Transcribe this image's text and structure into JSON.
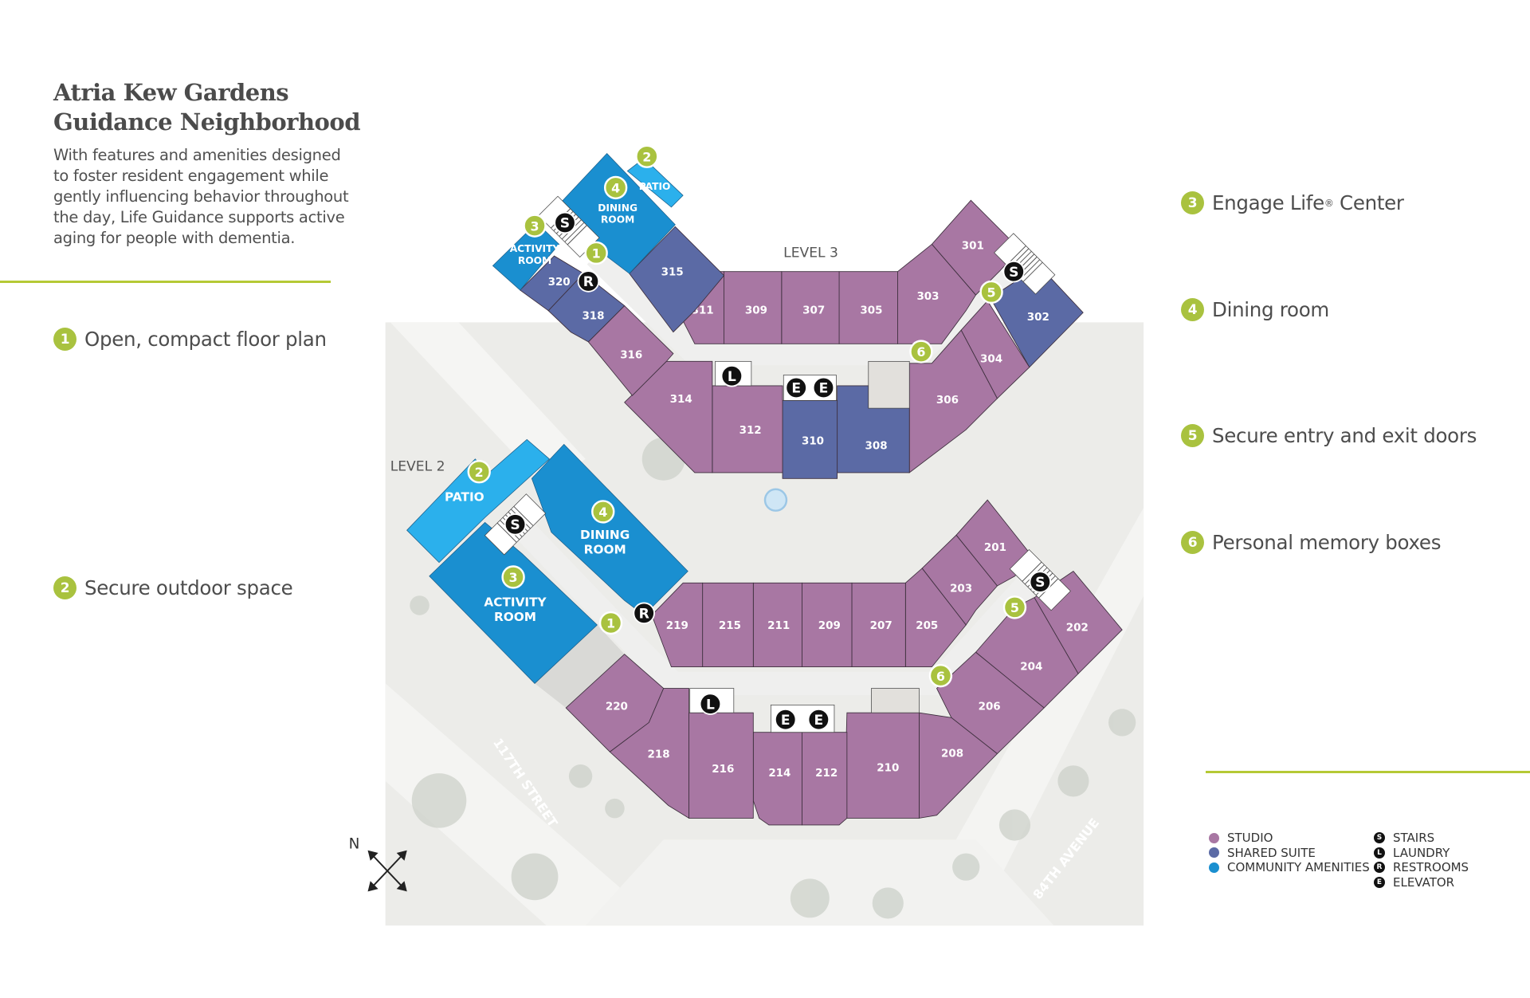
{
  "header": {
    "title_line1": "Atria Kew Gardens",
    "title_line2": "Guidance Neighborhood",
    "description": "With features and amenities designed to foster resident engagement while gently influencing behavior throughout the day, Life Guidance supports active aging for people with dementia."
  },
  "features": [
    {
      "number": "1",
      "label": "Open, compact floor plan"
    },
    {
      "number": "2",
      "label": "Secure outdoor space"
    },
    {
      "number": "3",
      "label": "Engage Life",
      "sup": "®",
      "label_after": " Center"
    },
    {
      "number": "4",
      "label": "Dining room"
    },
    {
      "number": "5",
      "label": "Secure entry and exit doors"
    },
    {
      "number": "6",
      "label": "Personal memory boxes"
    }
  ],
  "legend": {
    "types": [
      {
        "label": "STUDIO",
        "color": "#a877a3"
      },
      {
        "label": "SHARED SUITE",
        "color": "#5b6aa5"
      },
      {
        "label": "COMMUNITY AMENITIES",
        "color": "#1a8fd0"
      }
    ],
    "symbols": [
      {
        "letter": "S",
        "label": "STAIRS"
      },
      {
        "letter": "L",
        "label": "LAUNDRY"
      },
      {
        "letter": "R",
        "label": "RESTROOMS"
      },
      {
        "letter": "E",
        "label": "ELEVATOR"
      }
    ]
  },
  "colors": {
    "studio": "#a877a3",
    "shared": "#5b6aa5",
    "community": "#1a8fd0",
    "patio": "#2bb0ec",
    "accent": "#a9c23f"
  },
  "map": {
    "compass": "N",
    "streets": [
      "117TH STREET",
      "84TH AVENUE"
    ],
    "level3": {
      "label": "LEVEL 3",
      "rooms": [
        {
          "id": "301",
          "type": "studio"
        },
        {
          "id": "302",
          "type": "shared"
        },
        {
          "id": "303",
          "type": "studio"
        },
        {
          "id": "304",
          "type": "studio"
        },
        {
          "id": "305",
          "type": "studio"
        },
        {
          "id": "306",
          "type": "studio"
        },
        {
          "id": "307",
          "type": "studio"
        },
        {
          "id": "308",
          "type": "shared"
        },
        {
          "id": "309",
          "type": "studio"
        },
        {
          "id": "310",
          "type": "shared"
        },
        {
          "id": "311",
          "type": "studio"
        },
        {
          "id": "312",
          "type": "studio"
        },
        {
          "id": "314",
          "type": "studio"
        },
        {
          "id": "315",
          "type": "shared"
        },
        {
          "id": "316",
          "type": "studio"
        },
        {
          "id": "318",
          "type": "shared"
        },
        {
          "id": "320",
          "type": "shared"
        }
      ],
      "amenities": [
        {
          "id": "L3-dining",
          "line1": "DINING",
          "line2": "ROOM",
          "type": "community"
        },
        {
          "id": "L3-activity",
          "line1": "ACTIVITY",
          "line2": "ROOM",
          "type": "community"
        },
        {
          "id": "L3-patio",
          "line1": "PATIO",
          "line2": "",
          "type": "patio"
        }
      ],
      "markers": [
        "1",
        "2",
        "3",
        "4",
        "5",
        "6"
      ],
      "symbols": [
        "S",
        "R",
        "L",
        "E",
        "E",
        "S"
      ]
    },
    "level2": {
      "label": "LEVEL 2",
      "rooms": [
        {
          "id": "201",
          "type": "studio"
        },
        {
          "id": "202",
          "type": "studio"
        },
        {
          "id": "203",
          "type": "studio"
        },
        {
          "id": "204",
          "type": "studio"
        },
        {
          "id": "205",
          "type": "studio"
        },
        {
          "id": "206",
          "type": "studio"
        },
        {
          "id": "207",
          "type": "studio"
        },
        {
          "id": "208",
          "type": "studio"
        },
        {
          "id": "209",
          "type": "studio"
        },
        {
          "id": "210",
          "type": "studio"
        },
        {
          "id": "211",
          "type": "studio"
        },
        {
          "id": "212",
          "type": "studio"
        },
        {
          "id": "214",
          "type": "studio"
        },
        {
          "id": "215",
          "type": "studio"
        },
        {
          "id": "216",
          "type": "studio"
        },
        {
          "id": "218",
          "type": "studio"
        },
        {
          "id": "219",
          "type": "studio"
        },
        {
          "id": "220",
          "type": "studio"
        }
      ],
      "amenities": [
        {
          "id": "L2-dining",
          "line1": "DINING",
          "line2": "ROOM",
          "type": "community"
        },
        {
          "id": "L2-activity",
          "line1": "ACTIVITY",
          "line2": "ROOM",
          "type": "community"
        },
        {
          "id": "L2-patio",
          "line1": "PATIO",
          "line2": "",
          "type": "patio"
        }
      ],
      "markers": [
        "1",
        "2",
        "3",
        "4",
        "5",
        "6"
      ],
      "symbols": [
        "S",
        "R",
        "L",
        "E",
        "E",
        "S"
      ]
    }
  }
}
